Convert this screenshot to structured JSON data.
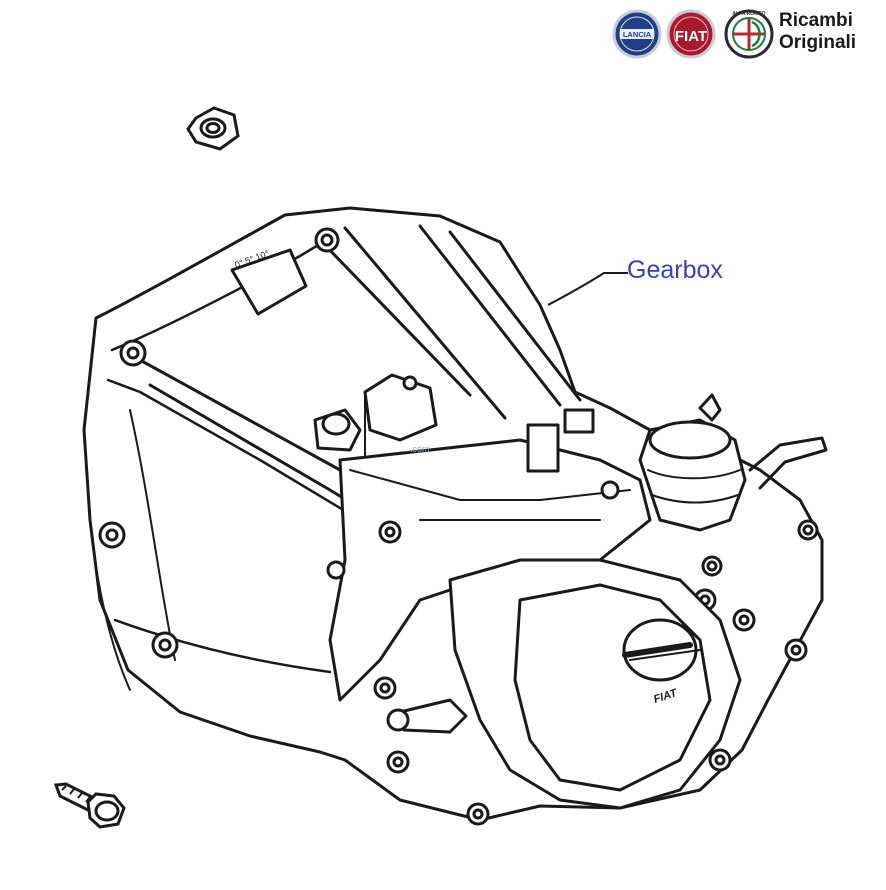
{
  "header": {
    "brand_line1": "Ricambi",
    "brand_line2": "Originali",
    "logos": [
      {
        "name": "lancia-logo",
        "text": "LANCIA",
        "color": "#1f3f86"
      },
      {
        "name": "fiat-logo",
        "text": "FIAT",
        "color": "#a8192e"
      },
      {
        "name": "alfa-romeo-logo",
        "text": "ALFA ROMEO",
        "color": "#1e7a3a"
      }
    ]
  },
  "diagram": {
    "callout_label": "Gearbox",
    "callout_color": "#3a42b0",
    "housing_markings": "0° 5° 10°",
    "cover_stamp": "FIAT",
    "watermark": "... .com"
  }
}
